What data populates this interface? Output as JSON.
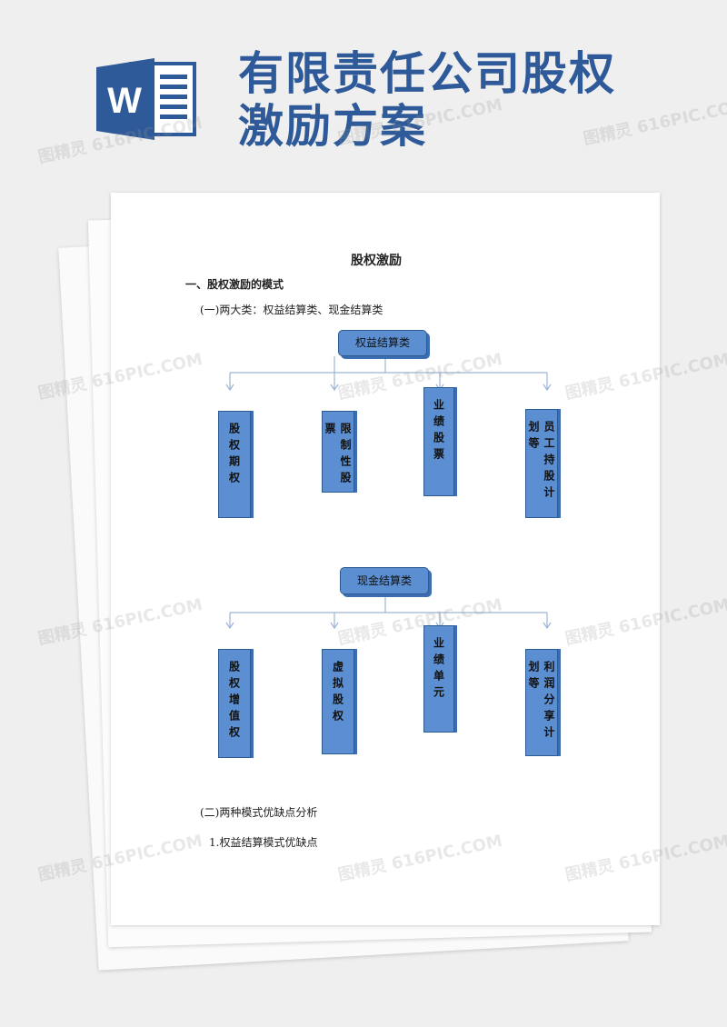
{
  "header": {
    "icon_letter": "W",
    "title_line1": "有限责任公司股权",
    "title_line2": "激励方案"
  },
  "document": {
    "title": "股权激励",
    "section1": "一、股权激励的模式",
    "sub1": "(一)两大类：权益结算类、现金结算类",
    "sub2": "(二)两种模式优缺点分析",
    "sub3": "1.权益结算模式优缺点"
  },
  "diagram1": {
    "root": "权益结算类",
    "children": [
      "股权期权",
      "限制性股票",
      "业绩股票",
      "员工持股计划等"
    ]
  },
  "diagram2": {
    "root": "现金结算类",
    "children": [
      "股权增值权",
      "虚拟股权",
      "业绩单元",
      "利润分享计划等"
    ]
  },
  "watermark": "图精灵 616PIC.COM",
  "colors": {
    "title_blue": "#2f5a99",
    "box_fill": "#5b8fd1",
    "box_border": "#2d5a92",
    "connector": "#9db4d6"
  }
}
